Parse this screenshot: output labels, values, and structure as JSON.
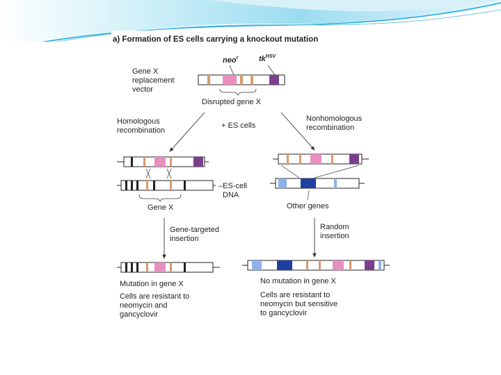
{
  "diagram": {
    "title": "a) Formation of ES cells carrying a knockout mutation",
    "vector_label": [
      "Gene X",
      "replacement",
      "vector"
    ],
    "neo_label": "neo",
    "neo_sup": "r",
    "tk_label": "tk",
    "tk_sup": "HSV",
    "disrupted_label": "Disrupted gene X",
    "homologous_label": [
      "Homologous",
      "recombination"
    ],
    "es_cells_label": "+ ES cells",
    "nonhomologous_label": [
      "Nonhomologous",
      "recombination"
    ],
    "es_dna_label": [
      "–ES-cell",
      "DNA"
    ],
    "gene_x_label": "Gene X",
    "other_genes_label": "Other genes",
    "targeted_label": [
      "Gene-targeted",
      "insertion"
    ],
    "random_label": [
      "Random",
      "insertion"
    ],
    "mutation_label": "Mutation in gene X",
    "mutation_desc": [
      "Cells are resistant to",
      "neomycin and",
      "gancyclovir"
    ],
    "no_mutation_label": "No mutation in gene X",
    "no_mutation_desc": [
      "Cells are resistant to",
      "neomycin but sensitive",
      "to gancyclovir"
    ]
  },
  "colors": {
    "neo": "#e88fc0",
    "tk": "#7b3f8e",
    "gene_band": "#d99a6c",
    "other_gene_dark": "#1f3fa0",
    "other_gene_light": "#8fb0e8",
    "header_wave": "#1aa8d8"
  }
}
